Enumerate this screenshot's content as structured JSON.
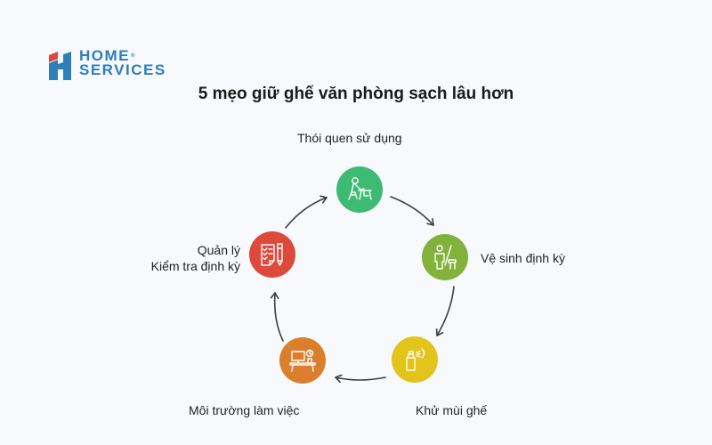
{
  "logo": {
    "line1": "HOME",
    "line2": "SERVICES",
    "registered": "®",
    "colors": {
      "blue": "#2f7fb9",
      "red": "#e0453a"
    }
  },
  "title": "5 mẹo giữ ghế văn phòng sạch lâu hơn",
  "cycle": {
    "nodes": [
      {
        "id": "habit",
        "label": "Thói quen sử dụng",
        "icon": "person-at-desk-icon",
        "color": "#3dbb73"
      },
      {
        "id": "cleaning",
        "label": "Vệ sinh định kỳ",
        "icon": "person-with-broom-icon",
        "color": "#82b23b"
      },
      {
        "id": "deodorize",
        "label": "Khử mùi ghế",
        "icon": "spray-bottle-icon",
        "color": "#e2c41a"
      },
      {
        "id": "environment",
        "label": "Môi trường làm việc",
        "icon": "desk-computer-clock-icon",
        "color": "#dc7f2c"
      },
      {
        "id": "management",
        "label_line1": "Quản lý",
        "label_line2": "Kiểm tra định kỳ",
        "icon": "checklist-pen-icon",
        "color": "#dd4a3c"
      }
    ],
    "arrow_color": "#3d3d3d"
  }
}
